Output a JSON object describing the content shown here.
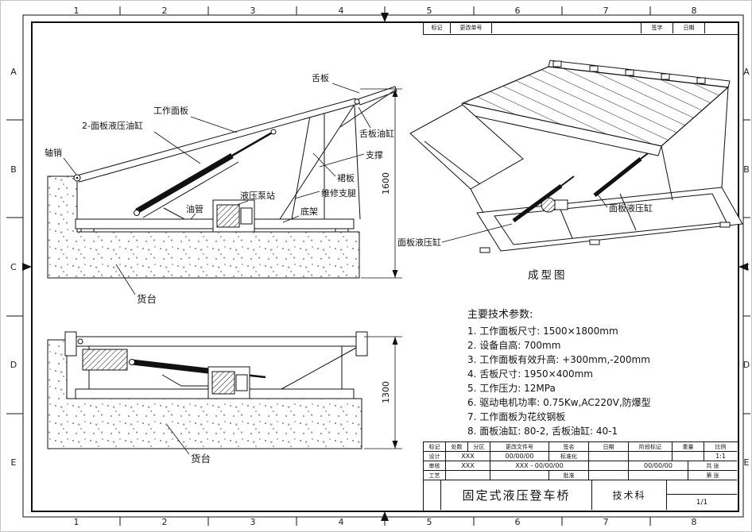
{
  "sheet": {
    "grid_cols": [
      "1",
      "2",
      "3",
      "4",
      "5",
      "6",
      "7",
      "8"
    ],
    "grid_rows": [
      "A",
      "B",
      "C",
      "D",
      "E"
    ]
  },
  "revision_strip": {
    "mark": "标记",
    "order": "更改单号",
    "sign": "签字",
    "date": "日期"
  },
  "views": {
    "side_raised": {
      "labels": {
        "axle_pin": "轴销",
        "panel_cyl": "2-面板液压油缸",
        "work_panel": "工作面板",
        "tongue": "舌板",
        "tongue_cyl": "舌板油缸",
        "support": "支撑",
        "skirt": "裙板",
        "maint_leg": "维修支腿",
        "pump": "液压泵站",
        "oil_pipe": "油管",
        "base": "底架"
      },
      "platform_label": "货台",
      "dim": "1600"
    },
    "side_lowered": {
      "platform_label": "货台",
      "dim": "1300"
    },
    "iso": {
      "cyl_left": "面板液压缸",
      "cyl_right": "面板液压缸",
      "caption": "成型图"
    }
  },
  "specs": {
    "title": "主要技术参数:",
    "items": [
      "1. 工作面板尺寸: 1500×1800mm",
      "2. 设备自高: 700mm",
      "3. 工作面板有效升高: +300mm,-200mm",
      "4. 舌板尺寸: 1950×400mm",
      "5. 工作压力: 12MPa",
      "6. 驱动电机功率: 0.75Kw,AC220V,防爆型",
      "7. 工作面板为花纹钢板",
      "8. 面板油缸: 80-2, 舌板油缸: 40-1"
    ]
  },
  "title_block": {
    "h": [
      "标记",
      "处数",
      "分区",
      "更改文件号",
      "签名",
      "日期"
    ],
    "design": "设计",
    "design_v": "XXX",
    "date1": "00/00/00",
    "standard": "标准化",
    "check": "审核",
    "check_v": "XXX",
    "code": "XXX - 00/00/00",
    "craft": "工艺",
    "approve": "批准",
    "stage": "阶段标记",
    "weight": "重量",
    "scale": "比例",
    "scale_v": "1:1",
    "date2": "00/00/00",
    "sheets_total": "共 张",
    "sheet_no": "第 张",
    "title": "固定式液压登车桥",
    "dept": "技术科",
    "page": "1/1"
  }
}
